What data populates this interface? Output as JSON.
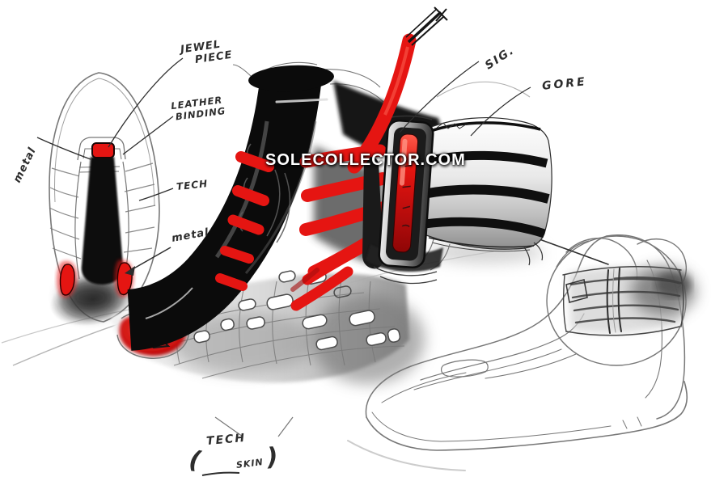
{
  "watermark": {
    "text": "SOLECOLLECTOR.COM"
  },
  "annotations": {
    "jewel_piece": {
      "line1": "JEWEL",
      "line2": "PIECE"
    },
    "leather_binding": {
      "line1": "LEATHER",
      "line2": "BINDING"
    },
    "metal_side": {
      "label": "metal"
    },
    "tech_upper": {
      "label": "TECH"
    },
    "metal_mid": {
      "label": "metal"
    },
    "sig": {
      "label": "SIG."
    },
    "gore": {
      "label": "GORE"
    },
    "tech_lower": {
      "label": "TECH"
    },
    "skin": {
      "open": "(",
      "label": "SKIN",
      "close": ")"
    }
  },
  "colors": {
    "accent_red": "#e51512",
    "ink": "#2d2d2d",
    "pencil": "#777777",
    "watermark": "#ffffff",
    "canvas": "#ffffff"
  }
}
